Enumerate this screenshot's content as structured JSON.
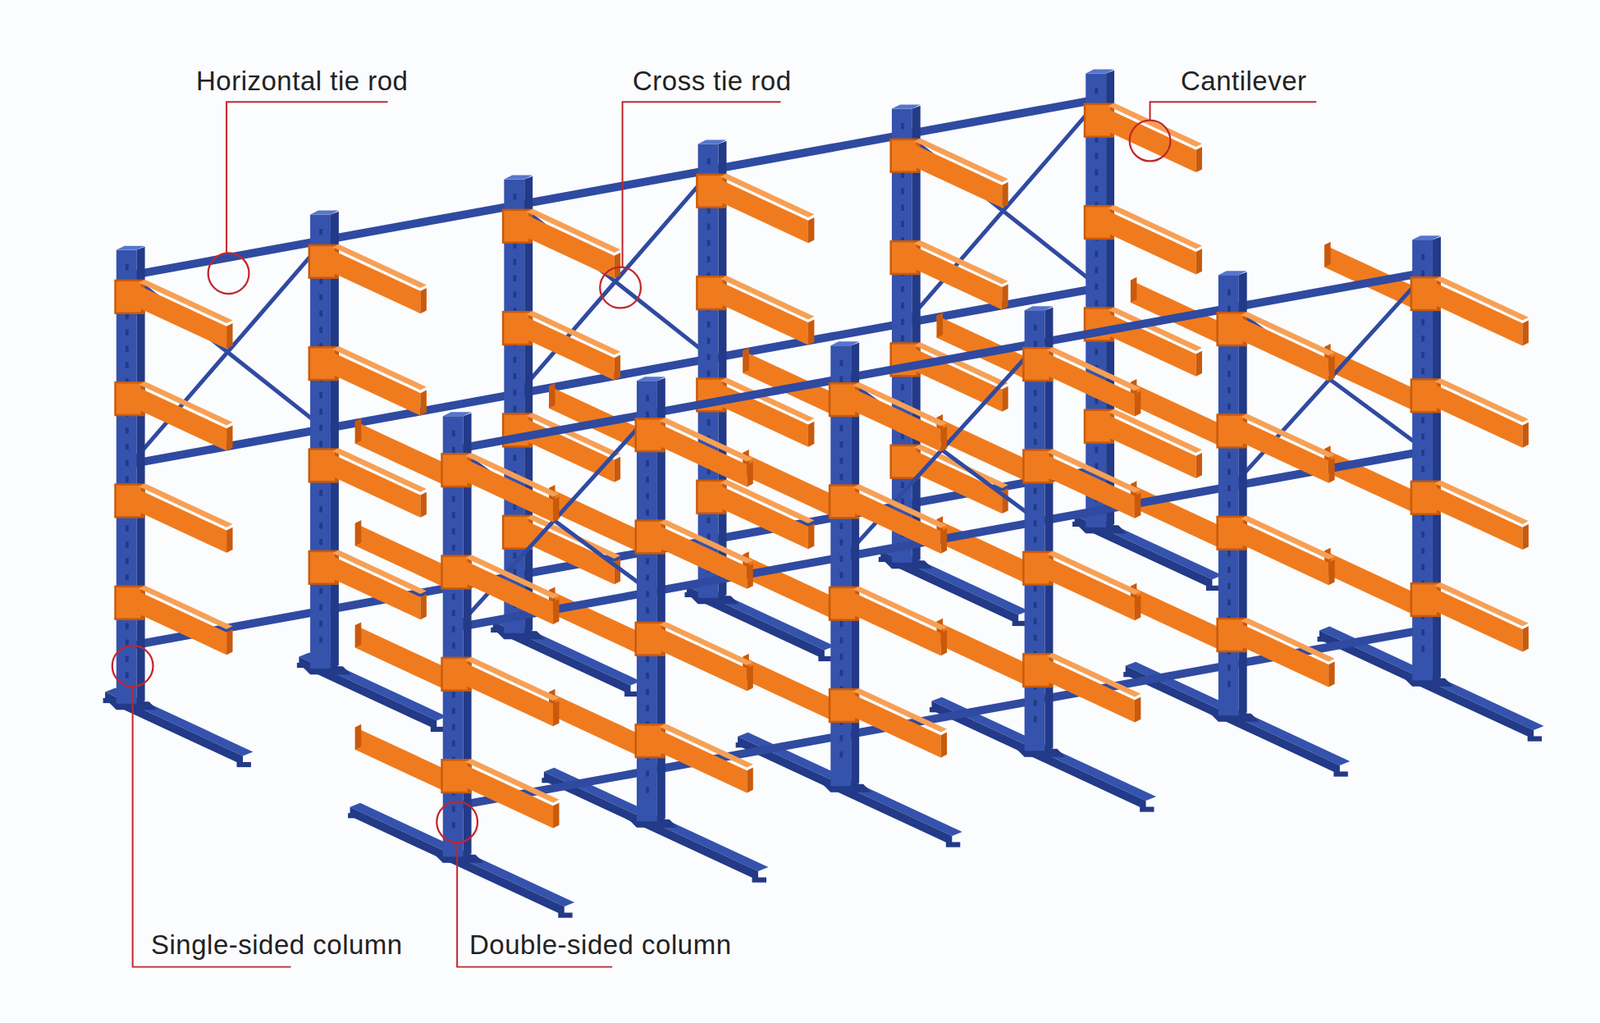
{
  "diagram": {
    "labels": [
      "Horizontal tie rod",
      "Cross tie rod",
      "Cantilever",
      "Single-sided column",
      "Double-sided column"
    ]
  }
}
